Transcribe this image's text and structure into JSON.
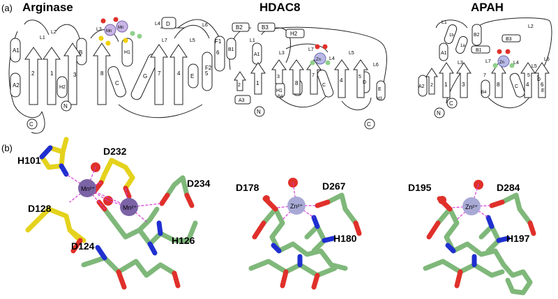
{
  "figure": {
    "panel_a_label": "(a)",
    "panel_b_label": "(b)"
  },
  "enzymes": [
    {
      "name": "Arginase",
      "metals": [
        "Mn",
        "Mn"
      ],
      "topology_labels": [
        "A1",
        "A2",
        "2",
        "1",
        "B",
        "3",
        "L1",
        "L2",
        "L3",
        "H1",
        "H2",
        "8",
        "7",
        "C",
        "G",
        "L7",
        "4",
        "D",
        "L4",
        "5",
        "L5",
        "L6",
        "6",
        "E",
        "F1",
        "F2",
        "N",
        "C"
      ],
      "residues": [
        "H101",
        "D232",
        "D234",
        "D128",
        "D124",
        "H126"
      ],
      "metal_ions": [
        "Mn²⁺",
        "Mn²⁺"
      ]
    },
    {
      "name": "HDAC8",
      "metals": [
        "Zn"
      ],
      "topology_labels": [
        "B2",
        "B3",
        "H2",
        "B1",
        "L1",
        "A1",
        "L3",
        "L7",
        "Zn",
        "L4",
        "L5",
        "L6",
        "2",
        "1",
        "3",
        "H1",
        "8",
        "7",
        "C",
        "4",
        "5",
        "E",
        "D",
        "H3",
        "A3",
        "B4",
        "N",
        "C"
      ],
      "residues": [
        "D178",
        "D267",
        "H180"
      ],
      "metal_ions": [
        "Zn²⁺"
      ]
    },
    {
      "name": "APAH",
      "metals": [
        "Zn"
      ],
      "topology_labels": [
        "L1",
        "1b",
        "1a",
        "B2",
        "L2",
        "B3",
        "B1",
        "A1",
        "L7",
        "Zn",
        "L4",
        "L3",
        "L5",
        "L6",
        "A2",
        "2",
        "1",
        "3",
        "B4",
        "8",
        "7",
        "C",
        "4",
        "D",
        "5",
        "6",
        "E",
        "N",
        "C"
      ],
      "residues": [
        "D195",
        "D284",
        "H197"
      ],
      "metal_ions": [
        "Zn²⁺"
      ]
    }
  ],
  "colors": {
    "carbon_green": "#7fb87a",
    "carbon_yellow": "#e4d21c",
    "oxygen": "#e0302a",
    "nitrogen": "#1f2fd0",
    "manganese": "#7b63a6",
    "zinc": "#a9a9d6",
    "coordination": "#d63ad6"
  }
}
